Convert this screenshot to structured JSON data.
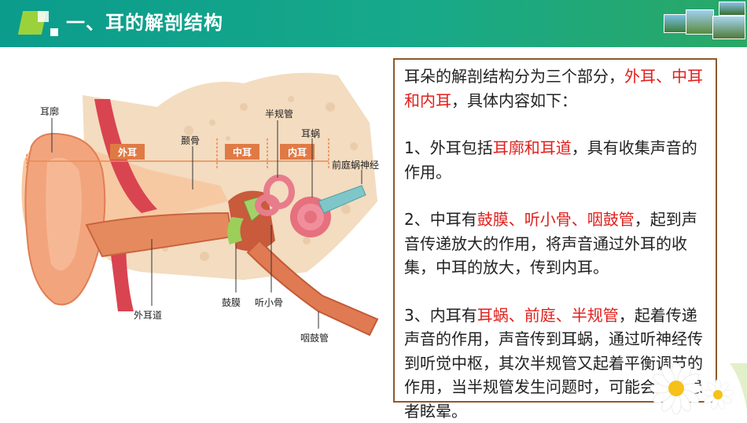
{
  "header": {
    "title": "一、耳的解剖结构"
  },
  "diagram": {
    "labels": {
      "auricle": "耳廓",
      "external_ear": "外耳",
      "temporal_bone": "颞骨",
      "middle_ear": "中耳",
      "semicircular_canals": "半规管",
      "cochlea": "耳蜗",
      "inner_ear": "内耳",
      "vestibulocochlear_nerve": "前庭蜗神经",
      "ear_canal": "外耳道",
      "eardrum": "鼓膜",
      "ossicles": "听小骨",
      "eustachian_tube": "咽鼓管"
    }
  },
  "content": {
    "intro_a": "耳朵的解剖结构分为三个部分，",
    "intro_b": "外耳、中耳和内耳",
    "intro_c": "，具体内容如下：",
    "p1_a": "1、外耳包括",
    "p1_b": "耳廓和耳道",
    "p1_c": "，具有收集声音的作用。",
    "p2_a": "2、中耳有",
    "p2_b": "鼓膜、听小骨、咽鼓管",
    "p2_c": "，起到声音传递放大的作用，将声音通过外耳的收集，中耳的放大，传到内耳。",
    "p3_a": "3、内耳有",
    "p3_b": "耳蜗、前庭、半规管",
    "p3_c": "，起着传递声音的作用，声音传到耳蜗，通过听神经传到听觉中枢，其次半规管又起着平衡调节的作用，当半规管发生问题时，可能会引起患者眩晕。"
  },
  "colors": {
    "header": "#17a98a",
    "accent_red": "#e0201c",
    "box_border": "#8b5a2b"
  }
}
